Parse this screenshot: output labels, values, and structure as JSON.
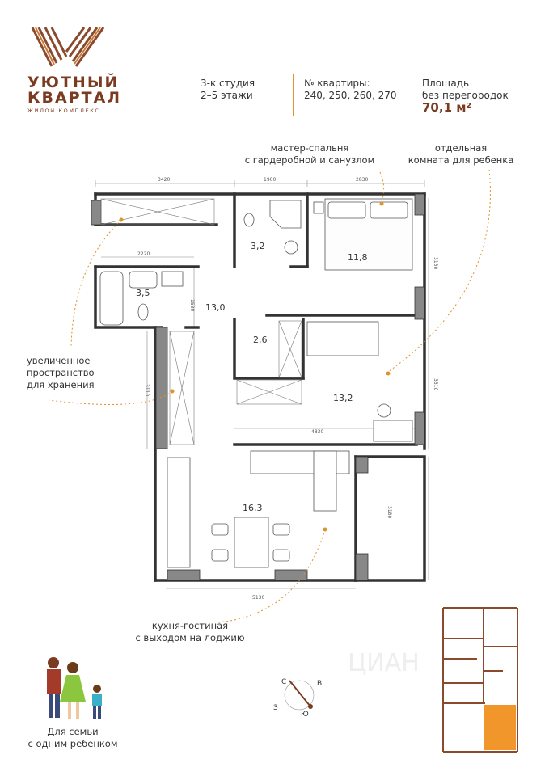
{
  "brand": {
    "name_line1": "УЮТНЫЙ",
    "name_line2": "КВАРТАЛ",
    "subtitle": "ЖИЛОЙ КОМПЛЕКС"
  },
  "header": {
    "type_line1": "3-к студия",
    "type_line2": "2–5 этажи",
    "apartments_label": "№ квартиры:",
    "apartments_value": "240, 250, 260, 270",
    "area_label_line1": "Площадь",
    "area_label_line2": "без перегородок",
    "area_value": "70,1 м²"
  },
  "rooms": {
    "bathroom_small": "3,2",
    "master_bedroom": "11,8",
    "bathroom": "3,5",
    "hall": "13,0",
    "wardrobe": "2,6",
    "child_room": "13,2",
    "living_kitchen": "16,3"
  },
  "dimensions": {
    "top_left": "3420",
    "top_mid": "1900",
    "top_right": "2830",
    "bath_width": "2220",
    "bath_height": "1580",
    "right_upper": "3180",
    "right_middle": "3310",
    "right_lower": "3180",
    "left_mid": "3110",
    "child_width": "4830",
    "bottom": "5130"
  },
  "annotations": {
    "master": [
      "мастер-спальня",
      "с гардеробной и санузлом"
    ],
    "child": [
      "отдельная",
      "комната для ребенка"
    ],
    "storage": [
      "увеличенное",
      "пространство",
      "для хранения"
    ],
    "kitchen": [
      "кухня-гостиная",
      "с выходом на лоджию"
    ],
    "family": [
      "Для семьи",
      "с одним ребенком"
    ]
  },
  "compass": {
    "north": "С",
    "east": "В",
    "west": "З",
    "south": "Ю"
  },
  "watermark": "ЦИАН",
  "colors": {
    "accent": "#e0922c",
    "brand": "#7a3b21",
    "wall": "#333333",
    "highlight": "#f0962a"
  }
}
